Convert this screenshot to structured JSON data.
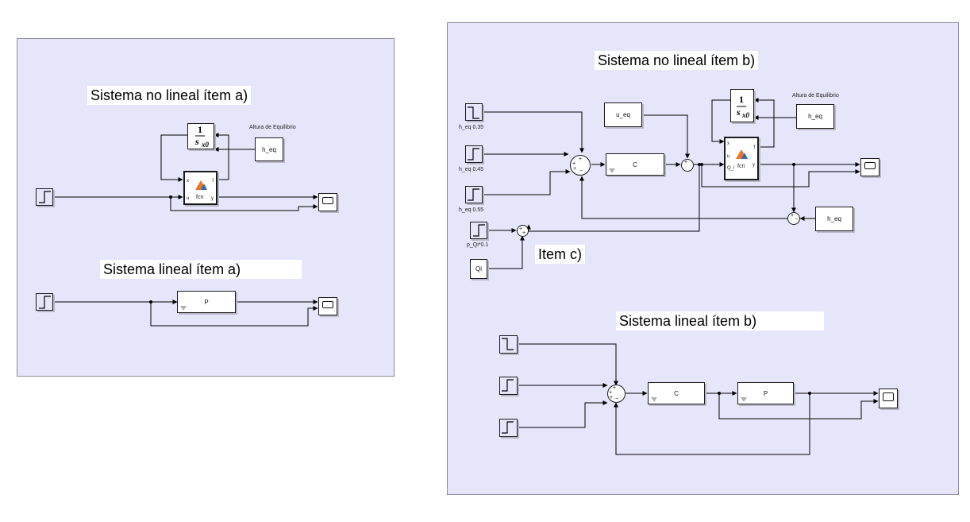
{
  "left_model": {
    "title_nonlinear": "Sistema no lineal ítem a)",
    "title_linear": "Sistema lineal ítem a)",
    "integrator_num": "1",
    "integrator_den": "s",
    "integrator_ic": "x0",
    "heq_block": "h_eq",
    "heq_label": "Altura de Equilibrio",
    "fcn_label": "fcn",
    "fcn_ports": {
      "x": "x",
      "u": "u",
      "f": "f",
      "y": "y"
    },
    "plant_label": "P"
  },
  "right_model": {
    "title_nonlinear": "Sistema no lineal ítem b)",
    "title_linear": "Sistema lineal ítem b)",
    "item_c": "Item c)",
    "step_labels": [
      "h_eq 0.35",
      "h_eq 0.45",
      "h_eq 0.55",
      "p_Qi*0.1"
    ],
    "ueq_block": "u_eq",
    "heq_block": "h_eq",
    "heq_label": "Altura de Equilibrio",
    "qi_block": "Qi",
    "controller_label": "C",
    "plant_label": "P",
    "integrator_num": "1",
    "integrator_den": "s",
    "integrator_ic": "x0",
    "fcn_label": "fcn",
    "fcn_ports": {
      "x": "x",
      "u": "u",
      "qi": "Q_i",
      "f": "f",
      "y": "y"
    }
  },
  "colors": {
    "canvas": "#e6e6fa",
    "wire": "#000000",
    "matlab_orange": "#e8742a",
    "matlab_blue": "#2a6eb5"
  }
}
